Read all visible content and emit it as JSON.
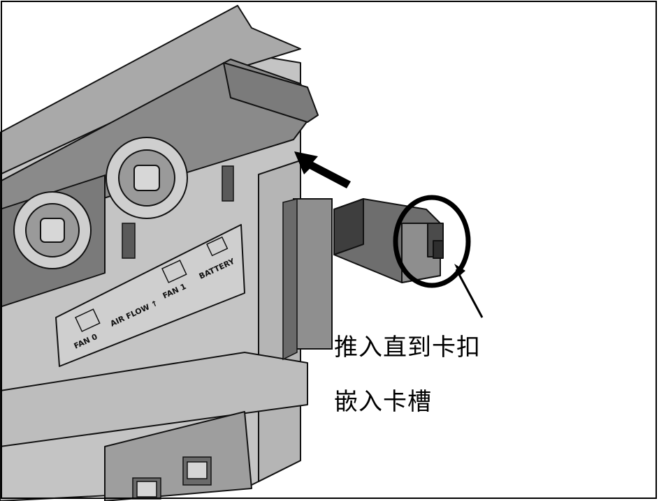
{
  "callout": {
    "line1": "推入直到卡扣",
    "line2": "嵌入卡槽"
  },
  "device_labels": {
    "fan0": "FAN 0",
    "fan1": "FAN 1",
    "airflow": "AIR FLOW ↑",
    "battery": "BATTERY"
  },
  "colors": {
    "chassis_light": "#c4c4c4",
    "chassis_mid": "#9a9a9a",
    "chassis_dark": "#5a5a5a",
    "highlight_circle": "#000000",
    "arrow": "#000000"
  },
  "icons": [
    "push-arrow-icon",
    "highlight-circle-icon",
    "fan-icon",
    "battery-icon"
  ]
}
